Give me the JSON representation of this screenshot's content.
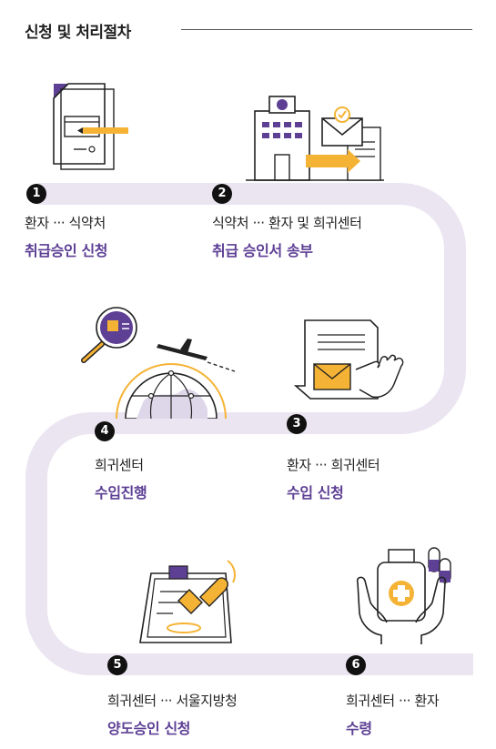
{
  "header": {
    "title": "신청 및 처리절차"
  },
  "steps": [
    {
      "num": "1",
      "sub": "환자 ··· 식약처",
      "title": "취급승인 신청"
    },
    {
      "num": "2",
      "sub": "식약처 ··· 환자 및 희귀센터",
      "title": "취급 승인서 송부"
    },
    {
      "num": "3",
      "sub": "환자 ··· 희귀센터",
      "title": "수입 신청"
    },
    {
      "num": "4",
      "sub": "희귀센터",
      "title": "수입진행"
    },
    {
      "num": "5",
      "sub": "희귀센터 ··· 서울지방청",
      "title": "양도승인 신청"
    },
    {
      "num": "6",
      "sub": "희귀센터 ··· 환자",
      "title": "수령"
    }
  ],
  "colors": {
    "accent": "#5d3f94",
    "track": "#ebe5f1",
    "highlight": "#f5b335",
    "ink": "#222222"
  },
  "icons": [
    "document-pen-icon",
    "building-mail-icon",
    "letter-hand-icon",
    "magnifier-globe-plane-icon",
    "stamp-clipboard-icon",
    "medicine-hands-icon"
  ]
}
